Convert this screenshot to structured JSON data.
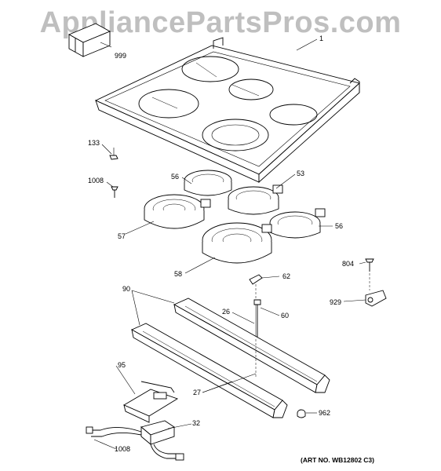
{
  "watermark": "AppliancePartsPros.com",
  "art_number": "(ART NO. WB12802 C3)",
  "callouts": {
    "c1": "1",
    "c999": "999",
    "c133": "133",
    "c1008a": "1008",
    "c56a": "56",
    "c53": "53",
    "c57": "57",
    "c56b": "56",
    "c58": "58",
    "c804": "804",
    "c62": "62",
    "c90": "90",
    "c929": "929",
    "c26": "26",
    "c60": "60",
    "c95": "95",
    "c27": "27",
    "c962": "962",
    "c32": "32",
    "c1008b": "1008"
  }
}
